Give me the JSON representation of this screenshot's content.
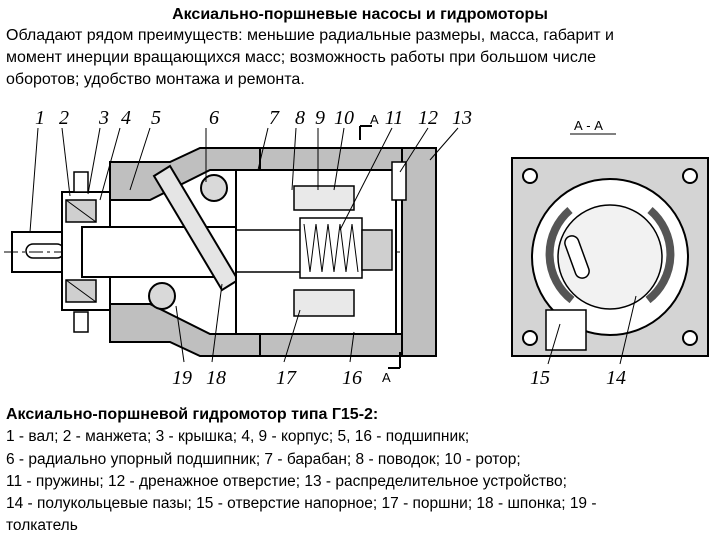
{
  "slide": {
    "title": "Аксиально-поршневые насосы и гидромоторы",
    "intro_lines": [
      "Обладают  рядом преимуществ: меньшие радиальные размеры, масса, габарит и",
      "момент инерции вращающихся масс; возможность работы при большом числе",
      "оборотов; удобство монтажа и ремонта."
    ],
    "caption_title": "Аксиально-поршневой гидромотор типа Г15-2:",
    "caption_lines": [
      "1 - вал; 2 - манжета; 3 - крышка; 4, 9 - корпус; 5, 16 - подшипник;",
      "6 -  радиально упорный подшипник; 7 - барабан; 8 - поводок; 10 - ротор;",
      "11 - пружины; 12 - дренажное отверстие; 13 - распределительное устройство;",
      "14 - полукольцевые пазы; 15 - отверстие напорное; 17 - поршни; 18 - шпонка; 19 -",
      "толкатель"
    ]
  },
  "drawing": {
    "part_numbers_top": [
      "1",
      "2",
      "3",
      "4",
      "5",
      "6",
      "7",
      "8",
      "9",
      "10",
      "11",
      "12",
      "13"
    ],
    "section_marks": [
      "A",
      "A"
    ],
    "part_numbers_bottom": [
      "19",
      "18",
      "17",
      "16"
    ],
    "section_view_label": "А - А",
    "section_view_numbers": [
      "15",
      "14"
    ]
  }
}
